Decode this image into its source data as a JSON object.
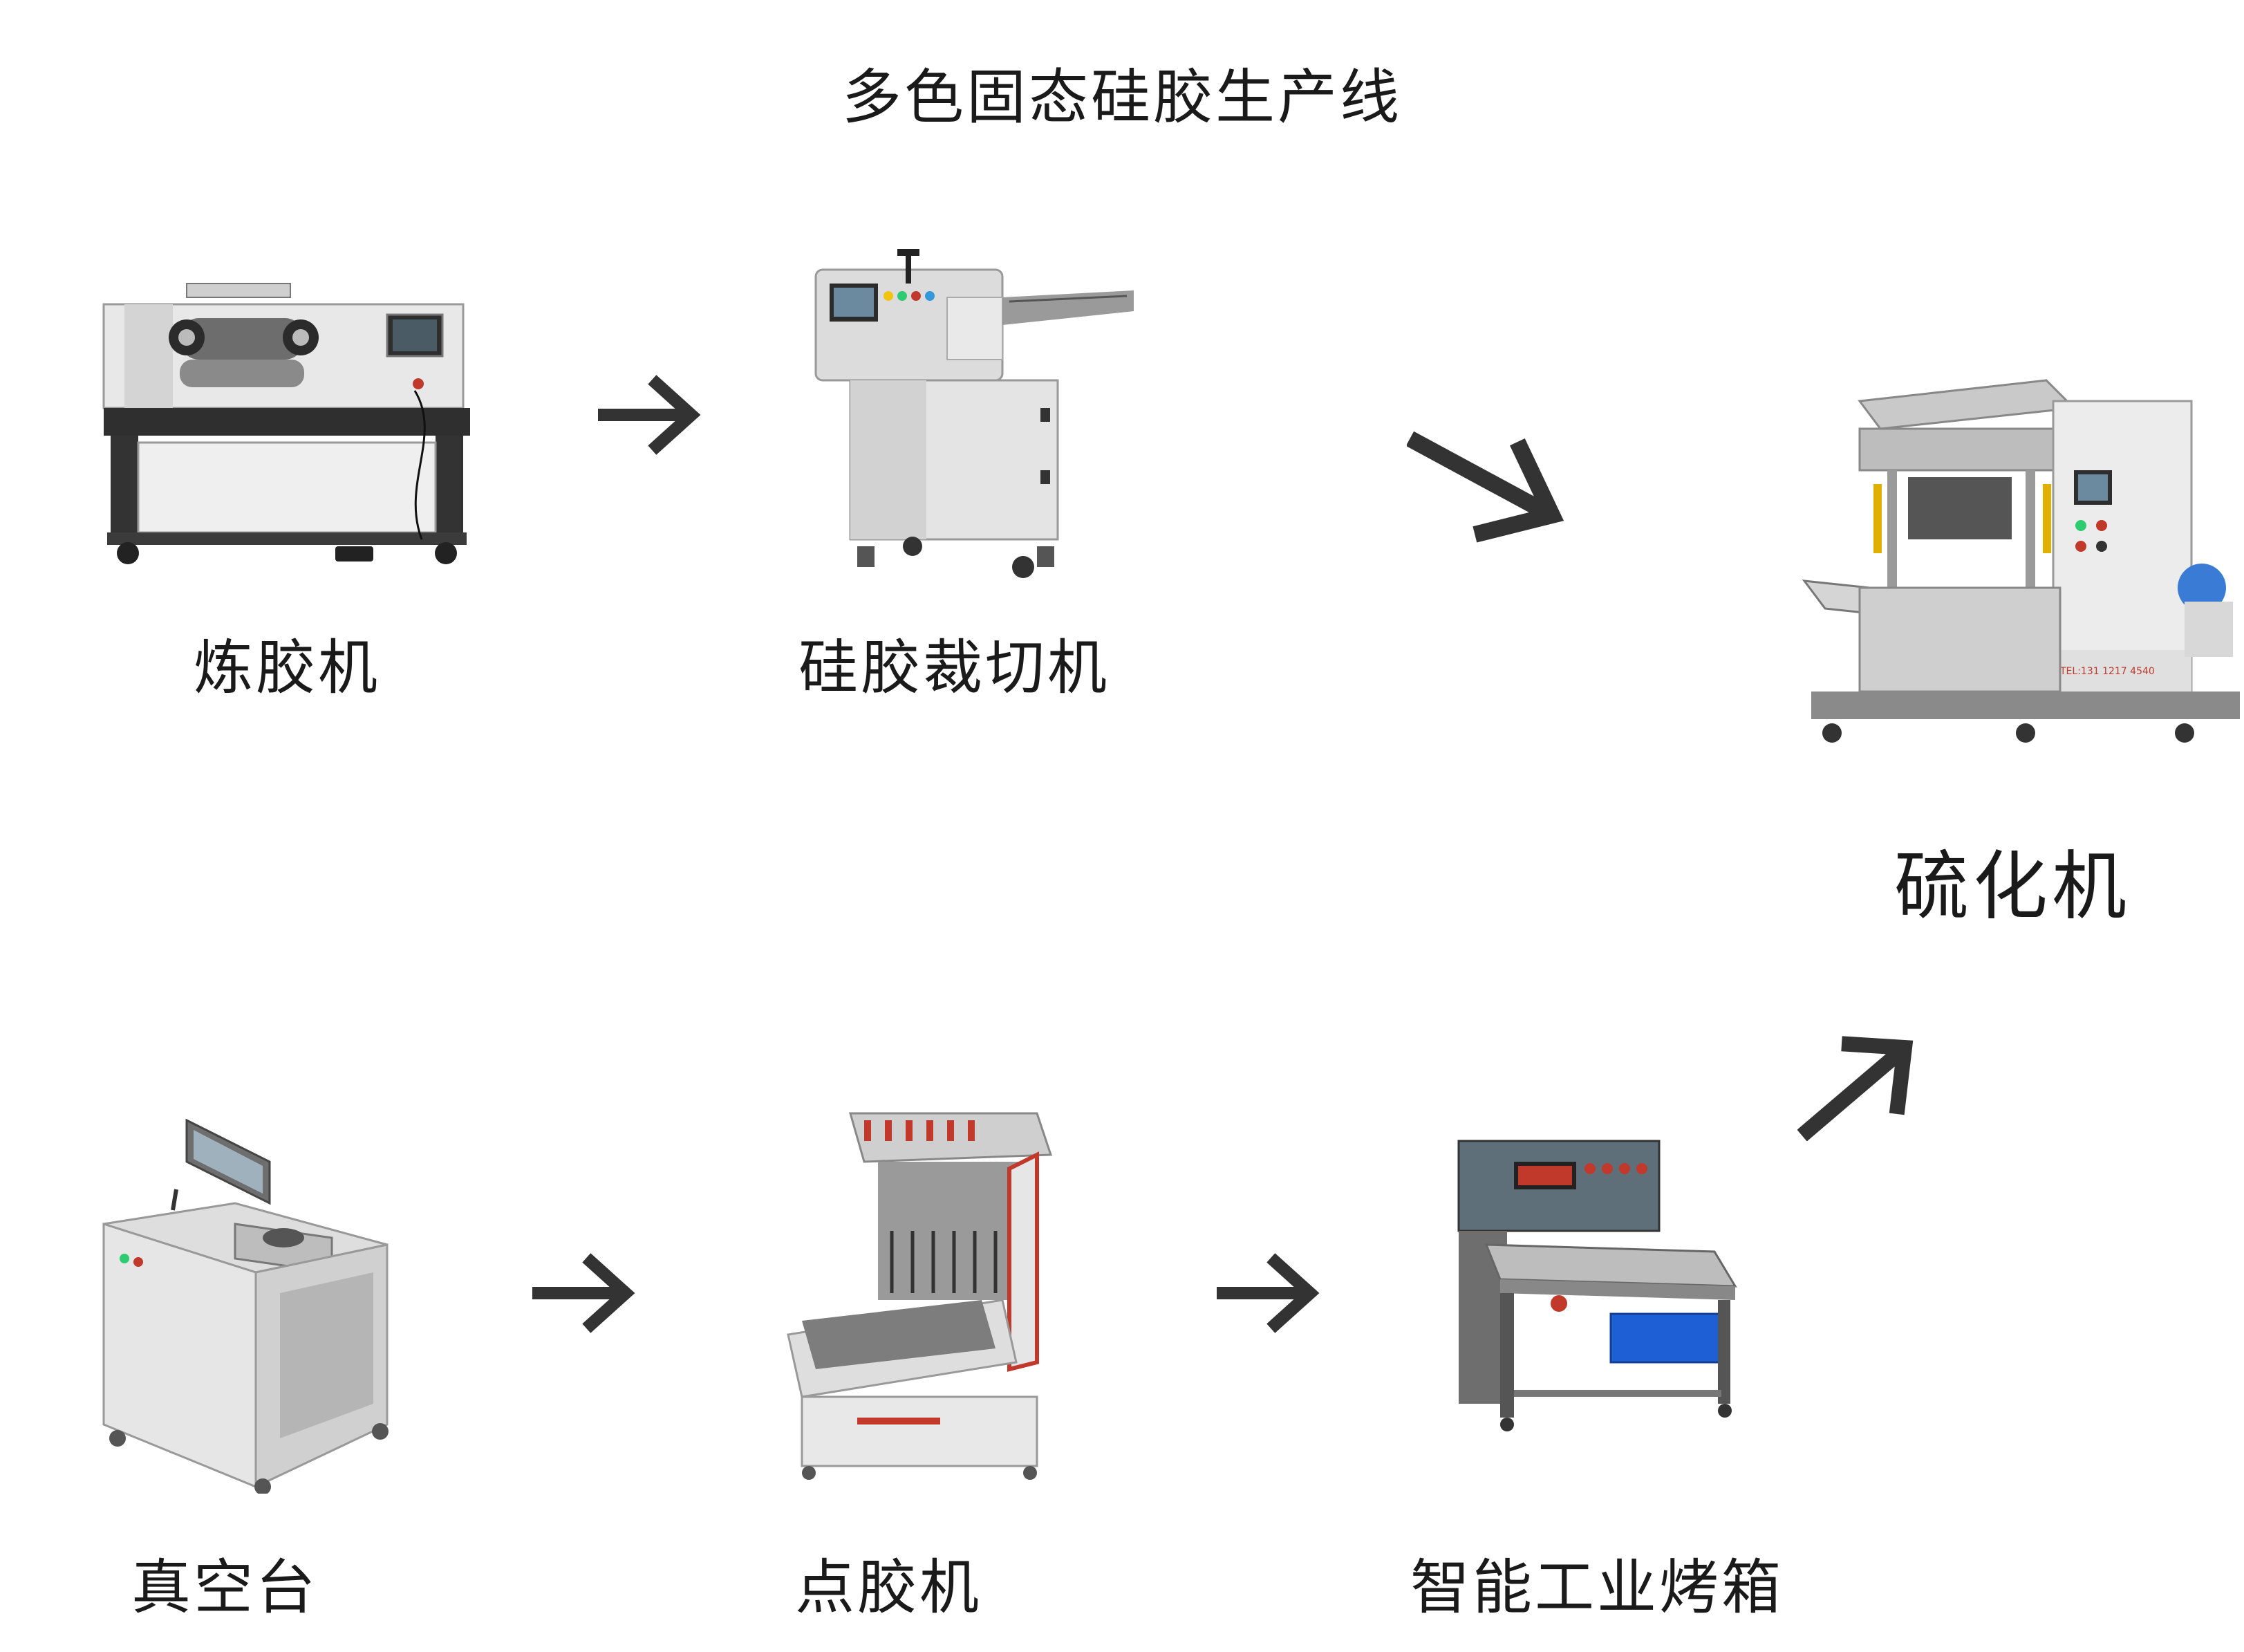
{
  "title": "多色固态硅胶生产线",
  "machines": [
    {
      "id": "mixing-mill",
      "label": "炼胶机"
    },
    {
      "id": "cutting-machine",
      "label": "硅胶裁切机"
    },
    {
      "id": "vulcanizer",
      "label": "硫化机"
    },
    {
      "id": "vacuum-table",
      "label": "真空台"
    },
    {
      "id": "dispensing-machine",
      "label": "点胶机"
    },
    {
      "id": "industrial-oven",
      "label": "智能工业烤箱"
    }
  ],
  "vulcanizer_tel": "TEL:131 1217 4540",
  "arrows": [
    {
      "from": "炼胶机",
      "to": "硅胶裁切机",
      "direction": "right"
    },
    {
      "from": "硅胶裁切机",
      "to": "硫化机",
      "direction": "down-right"
    },
    {
      "from": "真空台",
      "to": "点胶机",
      "direction": "right"
    },
    {
      "from": "点胶机",
      "to": "智能工业烤箱",
      "direction": "right"
    },
    {
      "from": "智能工业烤箱",
      "to": "硫化机",
      "direction": "up-right"
    }
  ],
  "colors": {
    "arrow": "#333333",
    "machine_body": "#e6e6e6",
    "machine_frame": "#3a3a3a",
    "accent_red": "#c0392b",
    "blue_box": "#1f5fd6"
  }
}
